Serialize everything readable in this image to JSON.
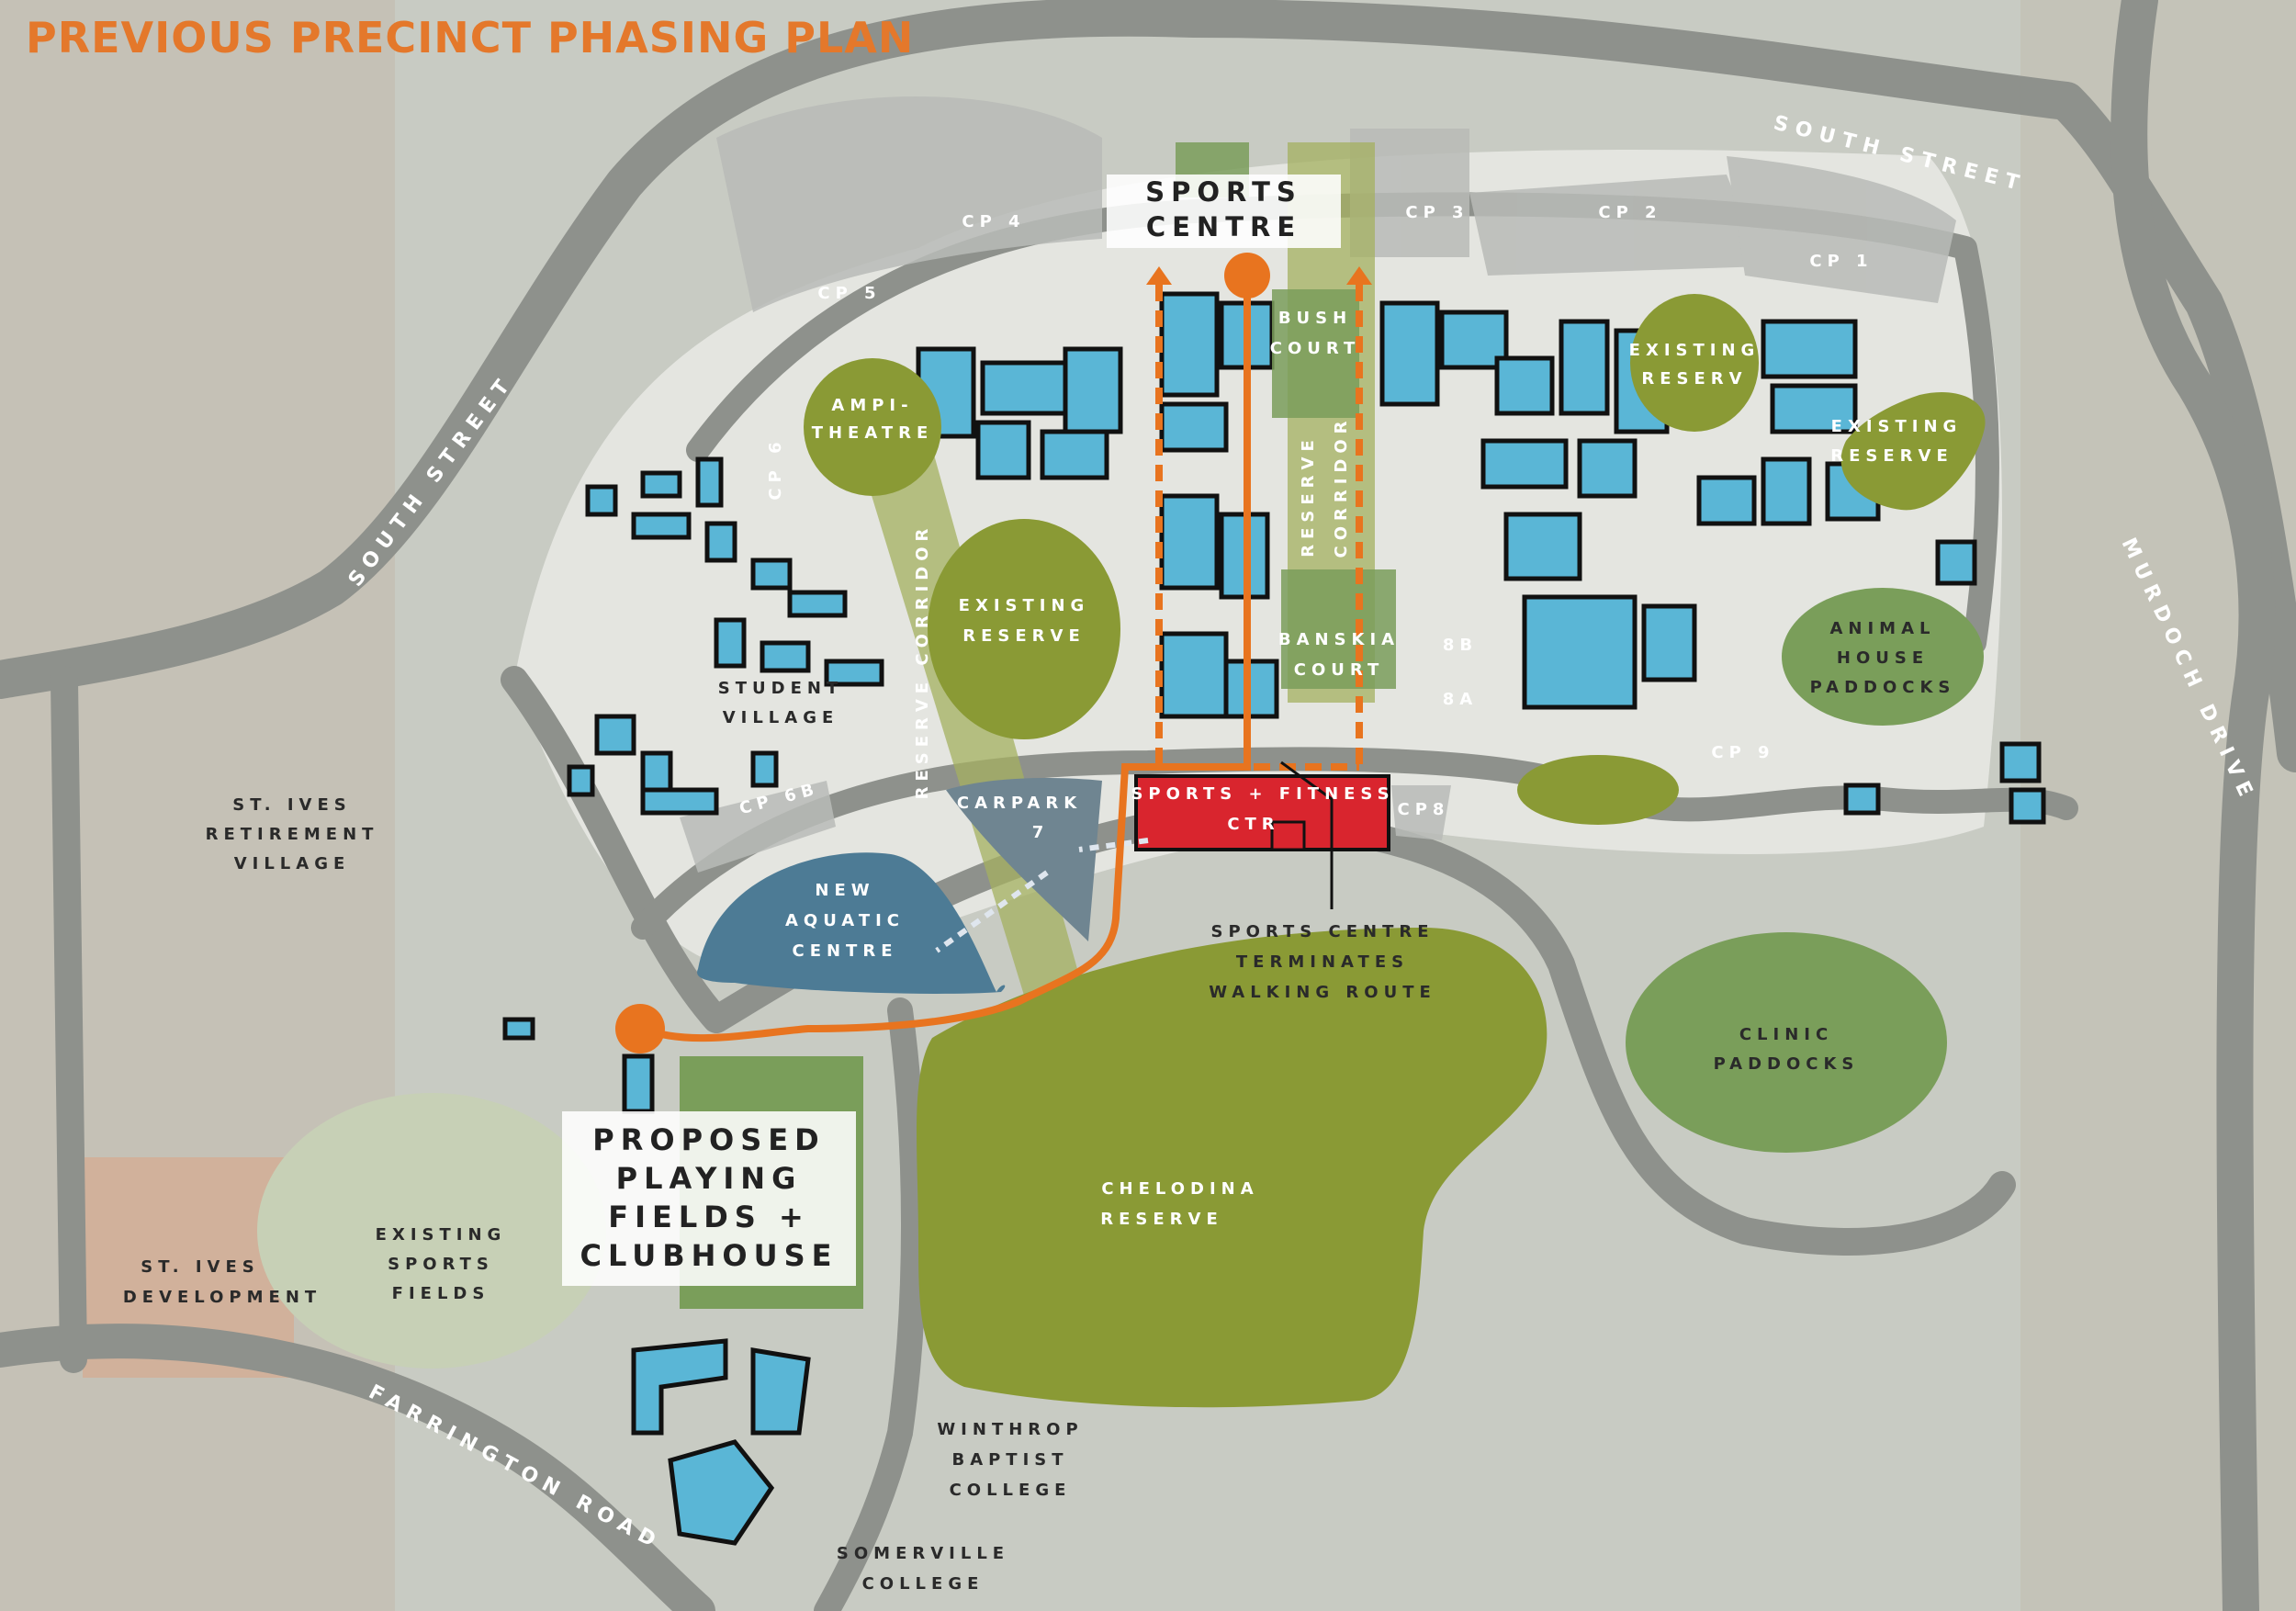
{
  "title": "PREVIOUS PRECINCT PHASING PLAN",
  "roads": {
    "south_street_top": "SOUTH STREET",
    "south_street_left": "SOUTH STREET",
    "murdoch_drive": "MURDOCH DRIVE",
    "farrington_road": "FARRINGTON ROAD"
  },
  "carparks": {
    "cp1": "CP 1",
    "cp2": "CP 2",
    "cp3": "CP 3",
    "cp4": "CP 4",
    "cp5": "CP 5",
    "cp6": "CP 6",
    "cp6b": "CP 6B",
    "cp8": "CP8",
    "cp9": "CP 9",
    "cp8b": "8B",
    "cp8a": "8A"
  },
  "areas": {
    "sports_centre": [
      "SPORTS",
      "CENTRE"
    ],
    "bush_court": [
      "BUSH",
      "COURT"
    ],
    "banksia_court": [
      "BANSKIA",
      "COURT"
    ],
    "amphitheatre": [
      "AMPI-",
      "THEATRE"
    ],
    "existing_reserve_center": [
      "EXISTING",
      "RESERVE"
    ],
    "existing_reserve_right": [
      "EXISTING",
      "RESERV"
    ],
    "existing_reserve_far_right": [
      "EXISTING",
      "RESERVE"
    ],
    "animal_house_paddocks": [
      "ANIMAL",
      "HOUSE",
      "PADDOCKS"
    ],
    "clinic_paddocks": [
      "CLINIC",
      "PADDOCKS"
    ],
    "student_village": [
      "STUDENT",
      "VILLAGE"
    ],
    "st_ives_retirement": [
      "ST. IVES",
      "RETIREMENT",
      "VILLAGE"
    ],
    "carpark7": [
      "CARPARK",
      "7"
    ],
    "new_aquatic_centre": [
      "NEW",
      "AQUATIC",
      "CENTRE"
    ],
    "sports_fitness": [
      "SPORTS + FITNESS",
      "CTR"
    ],
    "sports_centre_terminates": [
      "SPORTS CENTRE",
      "TERMINATES",
      "WALKING ROUTE"
    ],
    "proposed_playing_fields": [
      "PROPOSED",
      "PLAYING",
      "FIELDS +",
      "CLUBHOUSE"
    ],
    "existing_sports_fields": [
      "EXISTING",
      "SPORTS",
      "FIELDS"
    ],
    "st_ives_development": [
      "ST. IVES",
      "DEVELOPMENT"
    ],
    "chelodina_reserve": [
      "CHELODINA",
      "RESERVE"
    ],
    "winthrop_baptist": [
      "WINTHROP",
      "BAPTIST",
      "COLLEGE"
    ],
    "somerville_college": [
      "SOMERVILLE",
      "COLLEGE"
    ],
    "reserve_corridor_left": "RESERVE CORRIDOR",
    "reserve_corridor_right": [
      "RESERVE",
      "CORRIDOR"
    ]
  },
  "colors": {
    "title": "#e4782b",
    "walking_route": "#e8741f",
    "reserve_green": "#8a9a35",
    "paddock_green": "#7a9e5a",
    "building_blue": "#5ab6d6",
    "sports_red": "#d9252e",
    "aquatic_blue": "#4d7b95",
    "carpark_grey": "#6f8591",
    "road_grey": "#8e918c"
  }
}
